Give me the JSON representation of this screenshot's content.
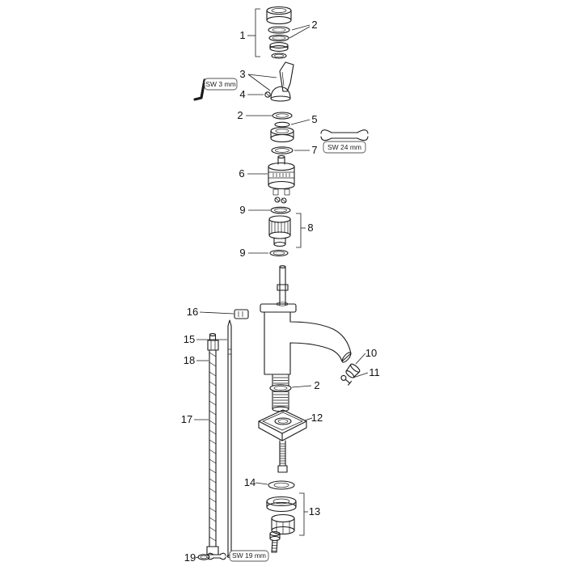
{
  "diagram": {
    "background": "#ffffff",
    "line_color": "#1a1a1a",
    "callouts": [
      {
        "label": "1"
      },
      {
        "label": "2"
      },
      {
        "label": "3"
      },
      {
        "label": "4"
      },
      {
        "label": "2"
      },
      {
        "label": "5"
      },
      {
        "label": "7"
      },
      {
        "label": "6"
      },
      {
        "label": "9"
      },
      {
        "label": "8"
      },
      {
        "label": "9"
      },
      {
        "label": "16"
      },
      {
        "label": "15"
      },
      {
        "label": "18"
      },
      {
        "label": "10"
      },
      {
        "label": "11"
      },
      {
        "label": "2"
      },
      {
        "label": "17"
      },
      {
        "label": "12"
      },
      {
        "label": "14"
      },
      {
        "label": "13"
      },
      {
        "label": "19"
      }
    ],
    "tools": [
      {
        "label": "SW 3 mm"
      },
      {
        "label": "SW 24 mm"
      },
      {
        "label": "SW 19 mm"
      }
    ]
  }
}
